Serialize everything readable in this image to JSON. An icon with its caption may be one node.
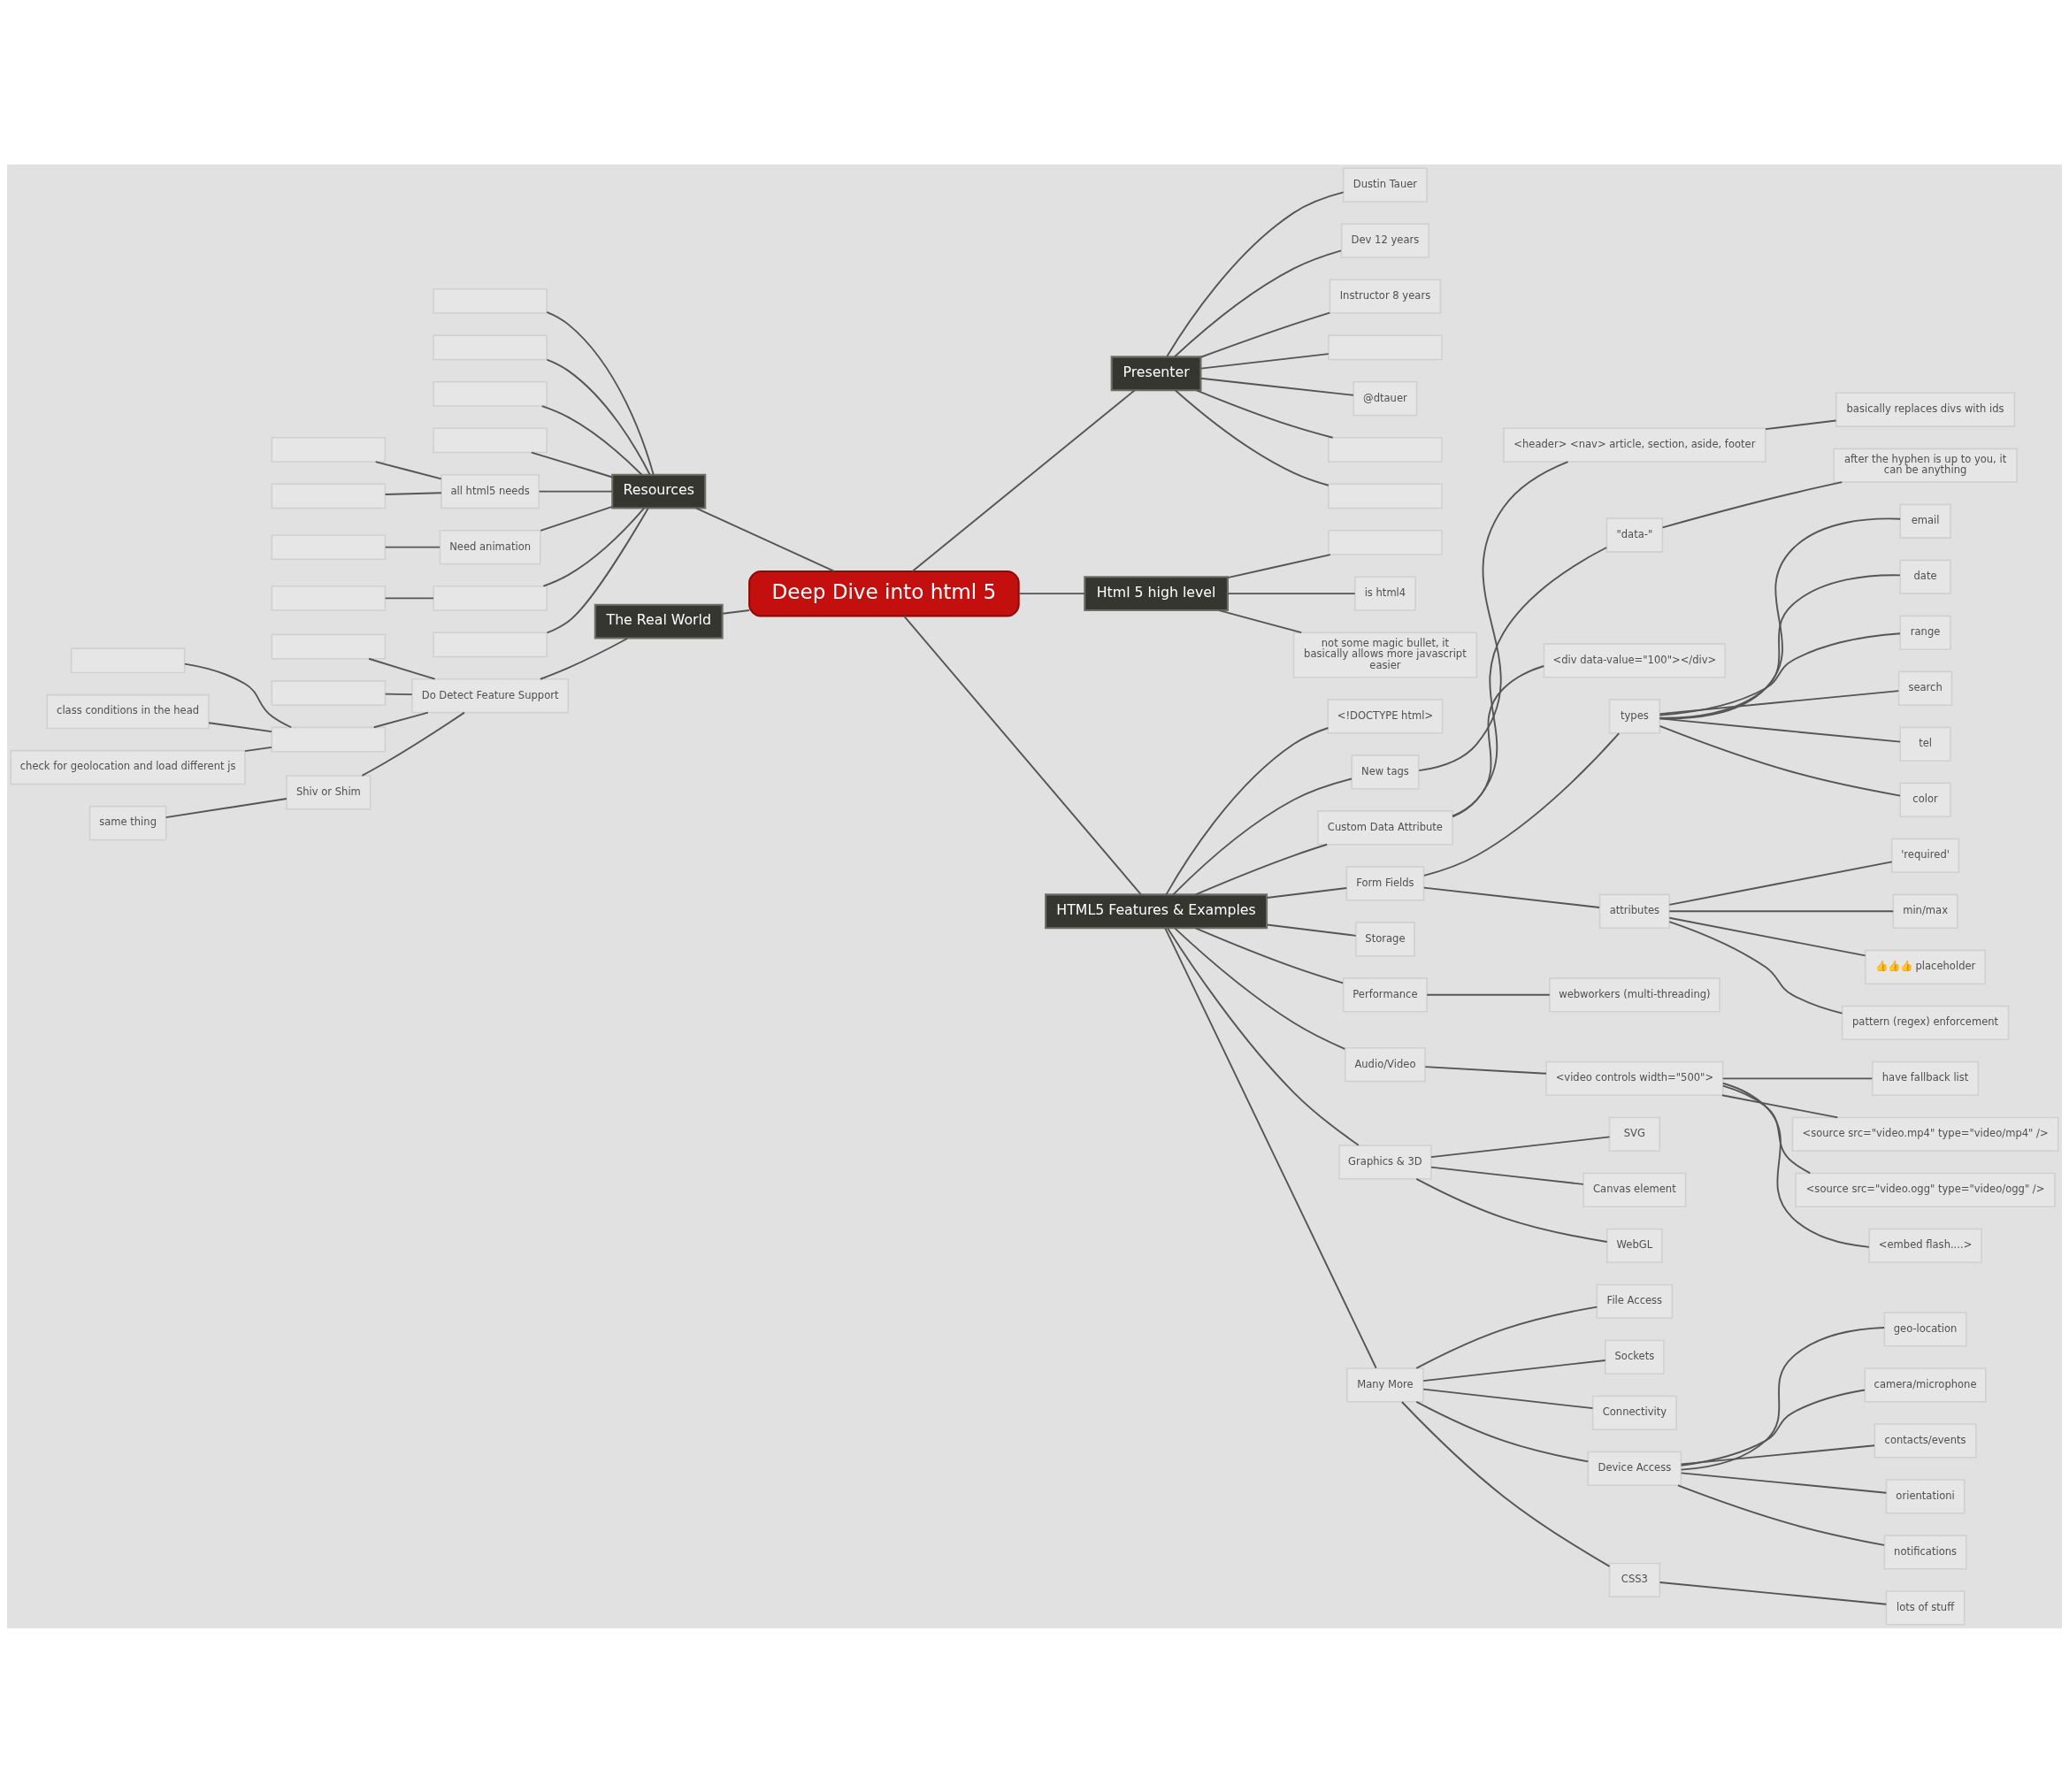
{
  "diagram": {
    "nodes": [
      {
        "text": [
          "Deep Dive into html 5"
        ]
      },
      {
        "text": [
          "Presenter"
        ]
      },
      {
        "text": [
          "Dustin Tauer"
        ]
      },
      {
        "text": [
          "Dev 12 years"
        ]
      },
      {
        "text": [
          "Instructor 8 years"
        ]
      },
      {
        "text": [],
        "shape": "box"
      },
      {
        "text": [
          "@dtauer"
        ]
      },
      {
        "text": [],
        "shape": "box"
      },
      {
        "text": [],
        "shape": "box"
      },
      {
        "text": [
          "Resources"
        ]
      },
      {
        "text": [],
        "shape": "box"
      },
      {
        "text": [],
        "shape": "box"
      },
      {
        "text": [],
        "shape": "box"
      },
      {
        "text": [],
        "shape": "box"
      },
      {
        "text": [
          "all html5 needs"
        ]
      },
      {
        "text": [],
        "shape": "box"
      },
      {
        "text": [],
        "shape": "box"
      },
      {
        "text": [
          "Need animation"
        ]
      },
      {
        "text": [],
        "shape": "box"
      },
      {
        "text": [],
        "shape": "box"
      },
      {
        "text": [],
        "shape": "box"
      },
      {
        "text": [],
        "shape": "box"
      },
      {
        "text": [
          "Html 5 high level"
        ]
      },
      {
        "text": [],
        "shape": "box"
      },
      {
        "text": [
          "is html4"
        ]
      },
      {
        "text": [
          "not some magic bullet, it basically allows more javascript easier"
        ]
      },
      {
        "text": [
          "HTML5 Features & Examples"
        ]
      },
      {
        "text": [
          "<!DOCTYPE html>"
        ]
      },
      {
        "text": [
          "New tags"
        ]
      },
      {
        "text": [
          "<header> <nav> article, section, aside, footer"
        ]
      },
      {
        "text": [
          "basically replaces divs with ids"
        ]
      },
      {
        "text": [
          "Custom Data Attribute"
        ]
      },
      {
        "text": [
          "\"data-\""
        ]
      },
      {
        "text": [
          "after the hyphen is up to you, it can be anything"
        ]
      },
      {
        "text": [
          "<div data-value=\"100\"></div>"
        ]
      },
      {
        "text": [
          "Form Fields"
        ]
      },
      {
        "text": [
          "types"
        ]
      },
      {
        "text": [
          "email"
        ]
      },
      {
        "text": [
          "date"
        ]
      },
      {
        "text": [
          "range"
        ]
      },
      {
        "text": [
          "search"
        ]
      },
      {
        "text": [
          "tel"
        ]
      },
      {
        "text": [
          "color"
        ]
      },
      {
        "text": [
          "attributes"
        ]
      },
      {
        "text": [
          "'required'"
        ]
      },
      {
        "text": [
          "min/max"
        ]
      },
      {
        "text": [
          "👍👍👍 placeholder"
        ]
      },
      {
        "text": [
          "pattern (regex) enforcement"
        ]
      },
      {
        "text": [
          "Storage"
        ]
      },
      {
        "text": [
          "Performance"
        ]
      },
      {
        "text": [
          "webworkers (multi-threading)"
        ]
      },
      {
        "text": [
          "Audio/Video"
        ]
      },
      {
        "text": [
          "<video controls width=\"500\">"
        ]
      },
      {
        "text": [
          "have fallback list"
        ]
      },
      {
        "text": [
          "<source src=\"video.mp4\" type=\"video/mp4\" />"
        ]
      },
      {
        "text": [
          "<source src=\"video.ogg\" type=\"video/ogg\" />"
        ]
      },
      {
        "text": [
          "<embed flash....>"
        ]
      },
      {
        "text": [
          "Graphics & 3D"
        ]
      },
      {
        "text": [
          "SVG"
        ]
      },
      {
        "text": [
          "Canvas element"
        ]
      },
      {
        "text": [
          "WebGL"
        ]
      },
      {
        "text": [
          "Many More"
        ]
      },
      {
        "text": [
          "File Access"
        ]
      },
      {
        "text": [
          "Sockets"
        ]
      },
      {
        "text": [
          "Connectivity"
        ]
      },
      {
        "text": [
          "Device Access"
        ]
      },
      {
        "text": [
          "geo-location"
        ]
      },
      {
        "text": [
          "camera/microphone"
        ]
      },
      {
        "text": [
          "contacts/events"
        ]
      },
      {
        "text": [
          "orientationi"
        ]
      },
      {
        "text": [
          "notifications"
        ]
      },
      {
        "text": [
          "CSS3"
        ]
      },
      {
        "text": [
          "lots of stuff"
        ]
      },
      {
        "text": [
          "The Real World"
        ]
      },
      {
        "text": [
          "Do Detect Feature Support"
        ]
      },
      {
        "text": [],
        "shape": "box"
      },
      {
        "text": [],
        "shape": "box"
      },
      {
        "text": [],
        "shape": "box"
      },
      {
        "text": [],
        "shape": "box"
      },
      {
        "text": [
          "class conditions in the head"
        ]
      },
      {
        "text": [
          "check for geolocation and load different js"
        ]
      },
      {
        "text": [
          "Shiv or Shim"
        ]
      },
      {
        "text": [
          "same thing"
        ]
      }
    ],
    "edges": [
      {
        "from": 0,
        "to": 1,
        "arrow": "none"
      },
      {
        "from": 1,
        "to": 2,
        "arrow": "none"
      },
      {
        "from": 1,
        "to": 3,
        "arrow": "none"
      },
      {
        "from": 1,
        "to": 4,
        "arrow": "none"
      },
      {
        "from": 1,
        "to": 5,
        "arrow": "none"
      },
      {
        "from": 1,
        "to": 6,
        "arrow": "none"
      },
      {
        "from": 1,
        "to": 7,
        "arrow": "none"
      },
      {
        "from": 1,
        "to": 8,
        "arrow": "none"
      },
      {
        "from": 9,
        "to": 0,
        "arrow": "none"
      },
      {
        "from": 10,
        "to": 9,
        "arrow": "none"
      },
      {
        "from": 11,
        "to": 9,
        "arrow": "none"
      },
      {
        "from": 12,
        "to": 9,
        "arrow": "none"
      },
      {
        "from": 13,
        "to": 9,
        "arrow": "none"
      },
      {
        "from": 14,
        "to": 9,
        "arrow": "none"
      },
      {
        "from": 15,
        "to": 14,
        "arrow": "none"
      },
      {
        "from": 16,
        "to": 14,
        "arrow": "none"
      },
      {
        "from": 17,
        "to": 9,
        "arrow": "none"
      },
      {
        "from": 18,
        "to": 17,
        "arrow": "none"
      },
      {
        "from": 19,
        "to": 9,
        "arrow": "none"
      },
      {
        "from": 20,
        "to": 19,
        "arrow": "none"
      },
      {
        "from": 21,
        "to": 9,
        "arrow": "none"
      },
      {
        "from": 0,
        "to": 22,
        "arrow": "none"
      },
      {
        "from": 22,
        "to": 23,
        "arrow": "none"
      },
      {
        "from": 22,
        "to": 24,
        "arrow": "none"
      },
      {
        "from": 22,
        "to": 25,
        "arrow": "none"
      },
      {
        "from": 0,
        "to": 26,
        "arrow": "none"
      },
      {
        "from": 26,
        "to": 27,
        "arrow": "none"
      },
      {
        "from": 26,
        "to": 28,
        "arrow": "none"
      },
      {
        "from": 28,
        "to": 29,
        "arrow": "none"
      },
      {
        "from": 29,
        "to": 30,
        "arrow": "none"
      },
      {
        "from": 26,
        "to": 31,
        "arrow": "none"
      },
      {
        "from": 31,
        "to": 32,
        "arrow": "none"
      },
      {
        "from": 32,
        "to": 33,
        "arrow": "none"
      },
      {
        "from": 31,
        "to": 34,
        "arrow": "none"
      },
      {
        "from": 26,
        "to": 35,
        "arrow": "none"
      },
      {
        "from": 35,
        "to": 36,
        "arrow": "none"
      },
      {
        "from": 36,
        "to": 37,
        "arrow": "none"
      },
      {
        "from": 36,
        "to": 38,
        "arrow": "none"
      },
      {
        "from": 36,
        "to": 39,
        "arrow": "none"
      },
      {
        "from": 36,
        "to": 40,
        "arrow": "none"
      },
      {
        "from": 36,
        "to": 41,
        "arrow": "none"
      },
      {
        "from": 36,
        "to": 42,
        "arrow": "none"
      },
      {
        "from": 35,
        "to": 43,
        "arrow": "none"
      },
      {
        "from": 43,
        "to": 44,
        "arrow": "none"
      },
      {
        "from": 43,
        "to": 45,
        "arrow": "none"
      },
      {
        "from": 43,
        "to": 46,
        "arrow": "none"
      },
      {
        "from": 43,
        "to": 47,
        "arrow": "none"
      },
      {
        "from": 26,
        "to": 48,
        "arrow": "none"
      },
      {
        "from": 26,
        "to": 49,
        "arrow": "none"
      },
      {
        "from": 49,
        "to": 50,
        "arrow": "none"
      },
      {
        "from": 26,
        "to": 51,
        "arrow": "none"
      },
      {
        "from": 51,
        "to": 52,
        "arrow": "none"
      },
      {
        "from": 52,
        "to": 53,
        "arrow": "none"
      },
      {
        "from": 52,
        "to": 54,
        "arrow": "none"
      },
      {
        "from": 52,
        "to": 55,
        "arrow": "none"
      },
      {
        "from": 52,
        "to": 56,
        "arrow": "none"
      },
      {
        "from": 26,
        "to": 57,
        "arrow": "none"
      },
      {
        "from": 57,
        "to": 58,
        "arrow": "none"
      },
      {
        "from": 57,
        "to": 59,
        "arrow": "none"
      },
      {
        "from": 57,
        "to": 60,
        "arrow": "none"
      },
      {
        "from": 26,
        "to": 61,
        "arrow": "none"
      },
      {
        "from": 61,
        "to": 62,
        "arrow": "none"
      },
      {
        "from": 61,
        "to": 63,
        "arrow": "none"
      },
      {
        "from": 61,
        "to": 64,
        "arrow": "none"
      },
      {
        "from": 61,
        "to": 65,
        "arrow": "none"
      },
      {
        "from": 65,
        "to": 66,
        "arrow": "none"
      },
      {
        "from": 65,
        "to": 67,
        "arrow": "none"
      },
      {
        "from": 65,
        "to": 68,
        "arrow": "none"
      },
      {
        "from": 65,
        "to": 69,
        "arrow": "none"
      },
      {
        "from": 65,
        "to": 70,
        "arrow": "none"
      },
      {
        "from": 61,
        "to": 71,
        "arrow": "none"
      },
      {
        "from": 71,
        "to": 72,
        "arrow": "none"
      },
      {
        "from": 73,
        "to": 0,
        "arrow": "none"
      },
      {
        "from": 74,
        "to": 73,
        "arrow": "none"
      },
      {
        "from": 75,
        "to": 74,
        "arrow": "none"
      },
      {
        "from": 76,
        "to": 74,
        "arrow": "none"
      },
      {
        "from": 77,
        "to": 74,
        "arrow": "none"
      },
      {
        "from": 78,
        "to": 77,
        "arrow": "none"
      },
      {
        "from": 79,
        "to": 77,
        "arrow": "none"
      },
      {
        "from": 80,
        "to": 77,
        "arrow": "none"
      },
      {
        "from": 81,
        "to": 74,
        "arrow": "none"
      },
      {
        "from": 82,
        "to": 81,
        "arrow": "none"
      }
    ]
  }
}
